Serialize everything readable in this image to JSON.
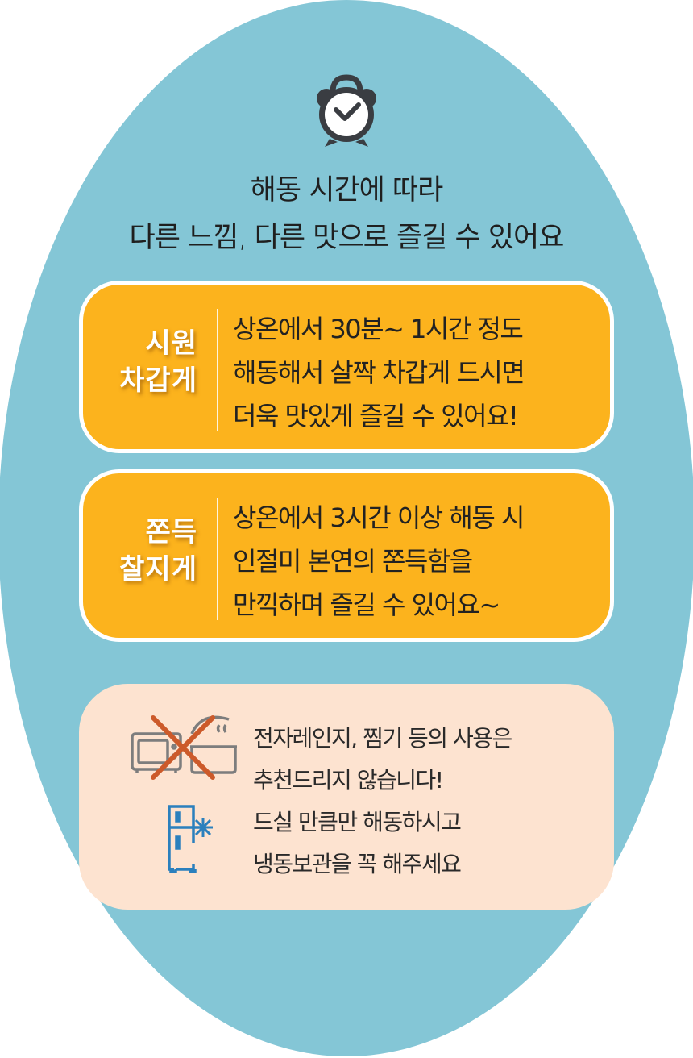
{
  "colors": {
    "background_shape": "#84c6d6",
    "card_fill": "#fcb31d",
    "card_border": "#ffffff",
    "note_fill": "#fde3d0",
    "text_dark": "#222222",
    "forbidden_cross": "#cc5a2a",
    "fridge_icon": "#2b80bd",
    "appliance_icon": "#7d7d7d"
  },
  "header": {
    "icon": "alarm-clock-icon",
    "line1": "해동 시간에 따라",
    "line2": "다른 느낌, 다른 맛으로 즐길 수 있어요"
  },
  "cards": [
    {
      "tag_line1": "시원",
      "tag_line2": "차갑게",
      "lines": [
        "상온에서 30분~ 1시간 정도",
        "해동해서 살짝 차갑게 드시면",
        "더욱 맛있게 즐길 수 있어요!"
      ]
    },
    {
      "tag_line1": "쫀득",
      "tag_line2": "찰지게",
      "lines": [
        "상온에서 3시간 이상 해동 시",
        "인절미 본연의 쫀득함을",
        "만끽하며 즐길 수 있어요~"
      ]
    }
  ],
  "note": {
    "icons": [
      "no-microwave-steamer-icon",
      "fridge-freeze-icon"
    ],
    "lines": [
      "전자레인지, 찜기 등의 사용은",
      "추천드리지 않습니다!",
      "드실 만큼만 해동하시고",
      "냉동보관을 꼭 해주세요"
    ]
  }
}
